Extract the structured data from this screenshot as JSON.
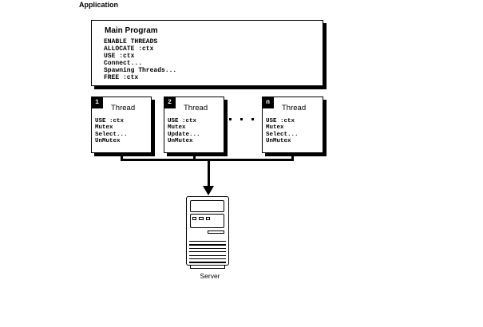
{
  "application_label": "Application",
  "main_program": {
    "title": "Main Program",
    "code_lines": [
      "ENABLE THREADS",
      "ALLOCATE :ctx",
      "USE :ctx",
      "Connect...",
      "Spawning Threads...",
      "FREE :ctx"
    ]
  },
  "threads": [
    {
      "badge": "1",
      "title": "Thread",
      "code_lines": [
        "USE :ctx",
        "Mutex",
        "Select...",
        "UnMutex"
      ]
    },
    {
      "badge": "2",
      "title": "Thread",
      "code_lines": [
        "USE :ctx",
        "Mutex",
        "Update...",
        "UnMutex"
      ]
    },
    {
      "badge": "n",
      "title": "Thread",
      "code_lines": [
        "USE :ctx",
        "Mutex",
        "Select...",
        "UnMutex"
      ]
    }
  ],
  "server": {
    "label": "Server"
  },
  "colors": {
    "ink": "#000000",
    "paper": "#ffffff"
  }
}
